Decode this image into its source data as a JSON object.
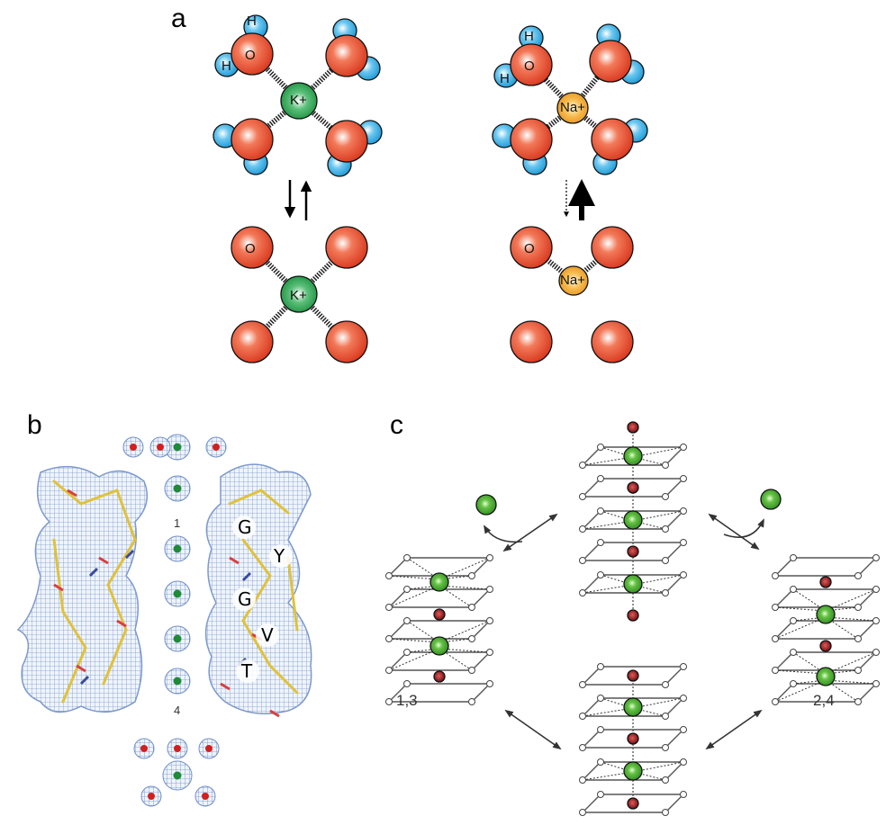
{
  "panels": {
    "a": {
      "label": "a",
      "atoms": {
        "oxygen": "O",
        "hydrogen": "H",
        "potassium": "K+",
        "sodium": "Na+"
      }
    },
    "b": {
      "label": "b",
      "residues": [
        "G",
        "Y",
        "G",
        "V",
        "T"
      ],
      "site_labels": [
        "1",
        "4"
      ]
    },
    "c": {
      "label": "c",
      "states": [
        "1,3",
        "2,4"
      ]
    }
  },
  "colors": {
    "oxygen": "#e8472a",
    "hydrogen": "#2aa8e0",
    "potassium": "#1e9a44",
    "sodium": "#f2a93b",
    "ion_green": "#4db33a",
    "water_red": "#8a0f14",
    "mesh": "#6f8fc8",
    "stick": "#e0c23a"
  }
}
